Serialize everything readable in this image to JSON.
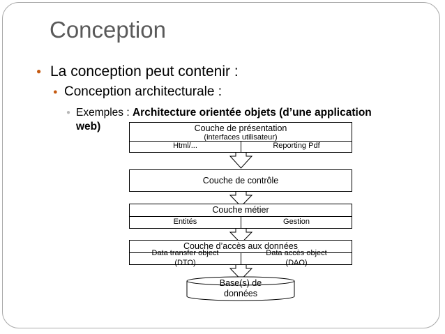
{
  "slide": {
    "title": "Conception",
    "bullet1": "La conception peut contenir :",
    "bullet2": "Conception architecturale :",
    "bullet3_prefix": "Exemples : ",
    "bullet3_bold": "Architecture orientée objets (d’une application",
    "bullet3_bold_cont": "web)"
  },
  "diagram": {
    "presentation": {
      "title": "Couche de présentation",
      "subtitle": "(interfaces utilisateur)",
      "left": "Html/...",
      "right": "Reporting Pdf"
    },
    "controle": {
      "title": "Couche de contrôle"
    },
    "metier": {
      "title": "Couche métier",
      "left": "Entités",
      "right": "Gestion"
    },
    "acces": {
      "title": "Couche d’accès aux données",
      "left_line1": "Data transfer object",
      "left_line2": "(DTO)",
      "right_line1": "Data accès object",
      "right_line2": "(DAO)"
    },
    "base": {
      "line1": "Base(s) de",
      "line2": "données"
    }
  },
  "colors": {
    "bullet_marker": "#c55a11",
    "title": "#595959",
    "frame": "#a9a9a9"
  }
}
